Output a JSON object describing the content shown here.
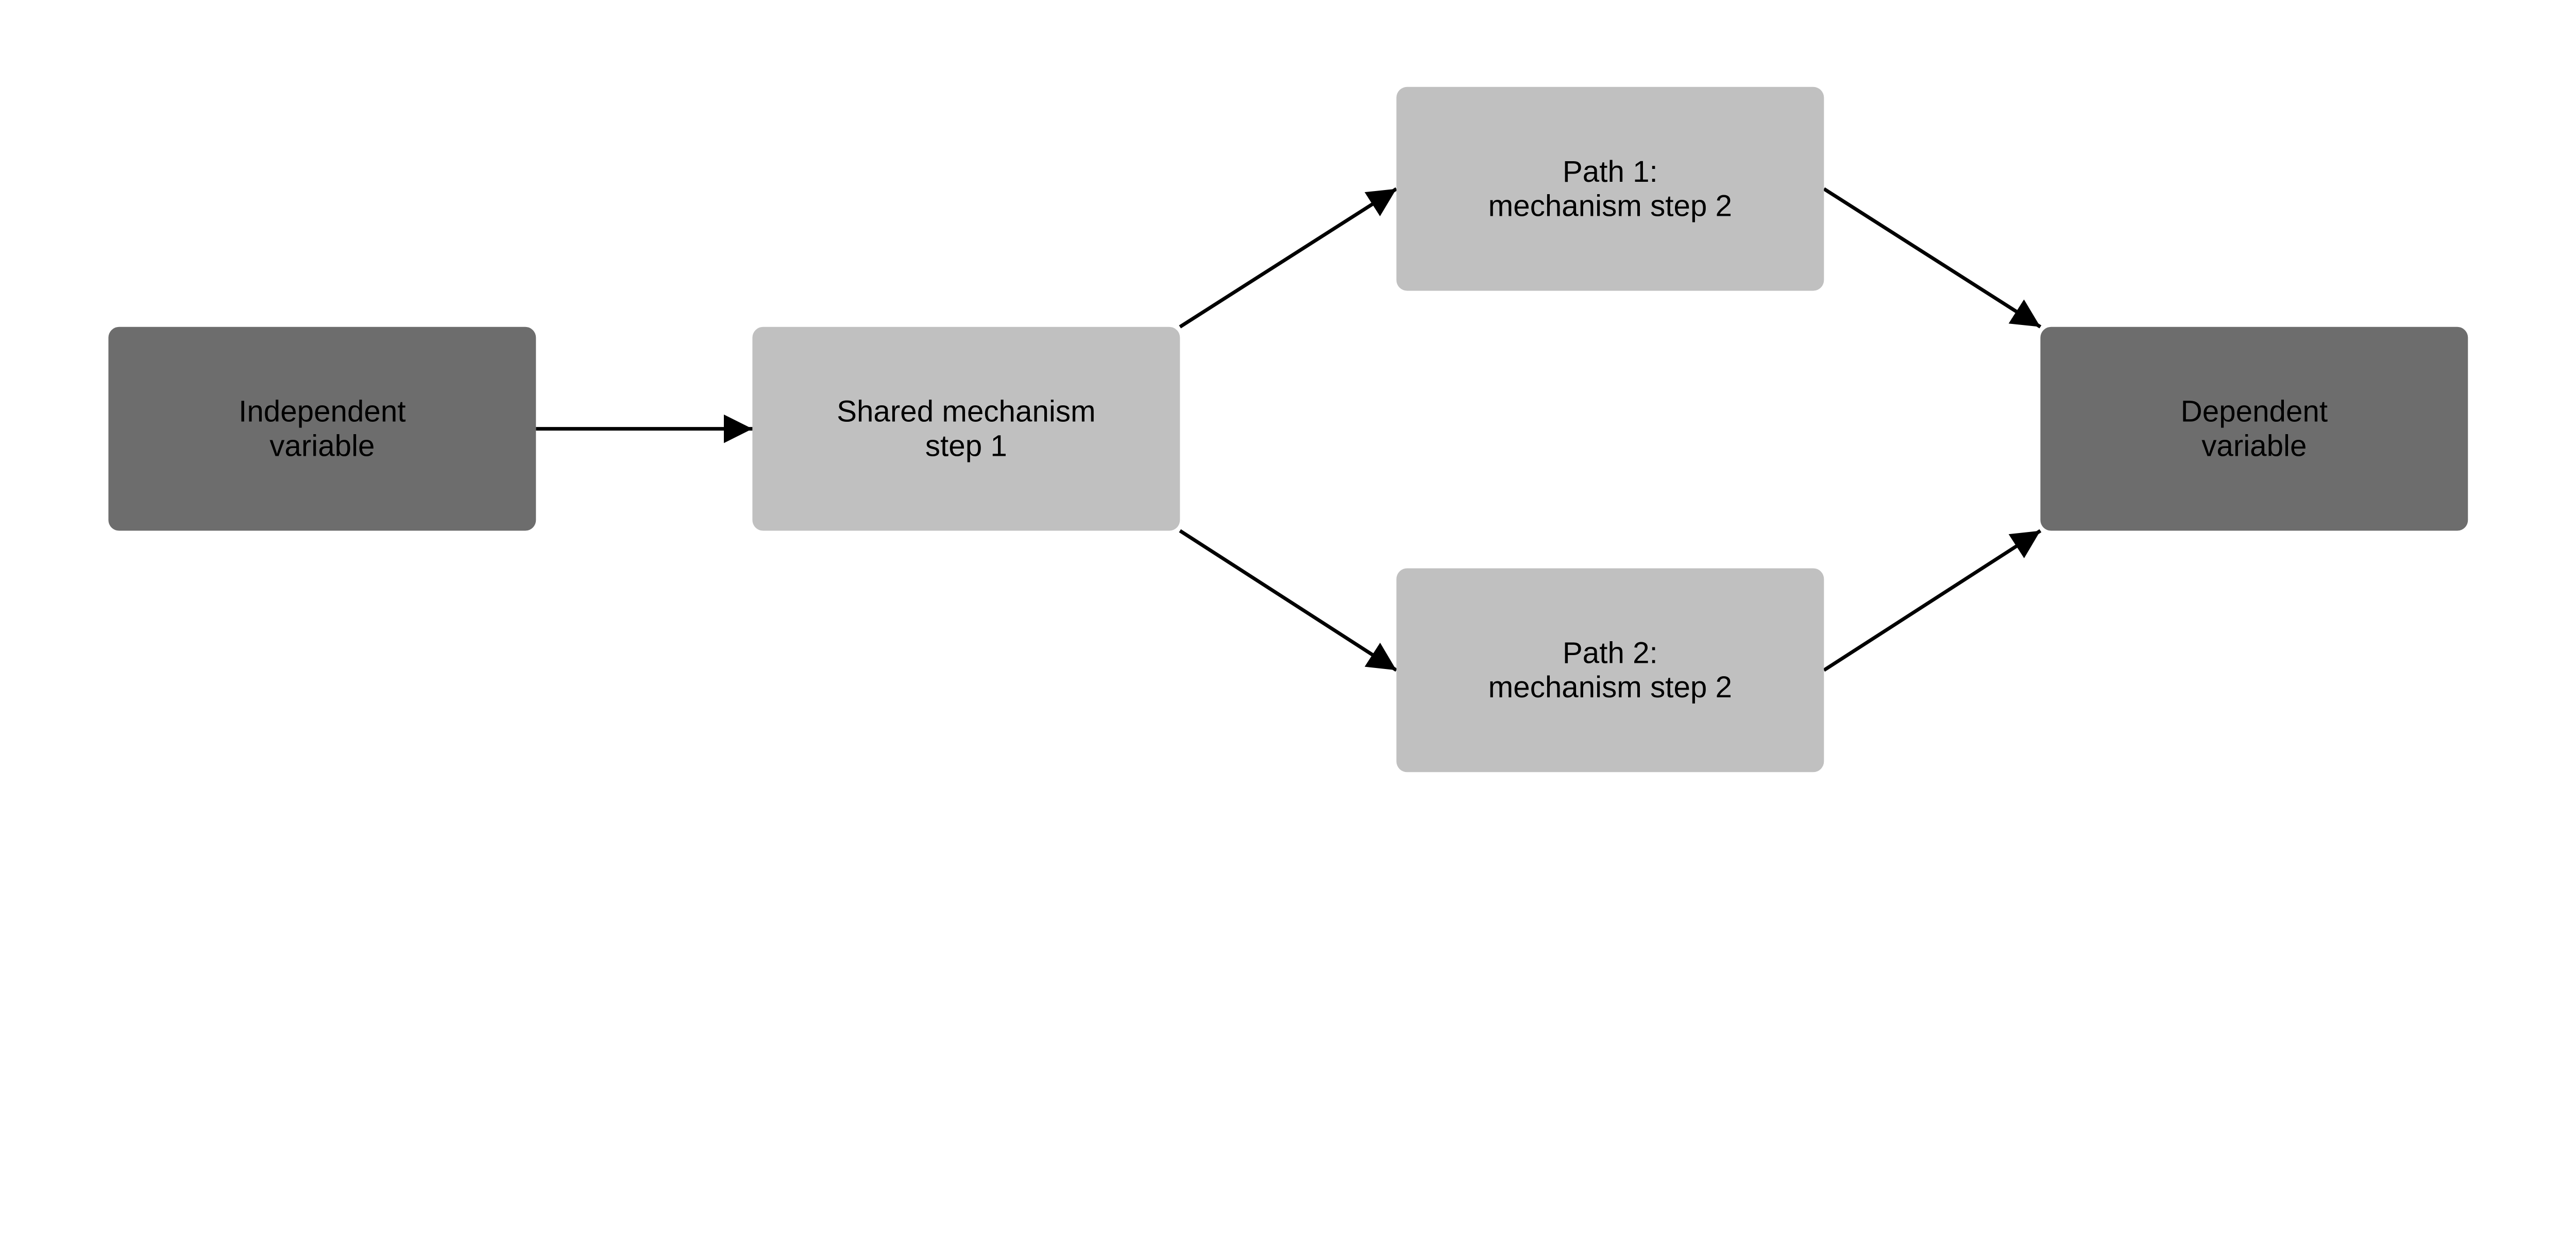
{
  "colors": {
    "dark_node": "#6d6d6d",
    "light_node": "#c0c0c0",
    "edge": "#000000"
  },
  "nodes": [
    {
      "id": "iv",
      "lines": [
        "Independent",
        "variable"
      ],
      "style": "dark"
    },
    {
      "id": "shared",
      "lines": [
        "Shared mechanism",
        "step 1"
      ],
      "style": "light"
    },
    {
      "id": "path1",
      "lines": [
        "Path 1:",
        "mechanism step 2"
      ],
      "style": "light"
    },
    {
      "id": "path2",
      "lines": [
        "Path 2:",
        "mechanism step 2"
      ],
      "style": "light"
    },
    {
      "id": "dv",
      "lines": [
        "Dependent",
        "variable"
      ],
      "style": "dark"
    }
  ],
  "edges": [
    {
      "from": "iv",
      "to": "shared"
    },
    {
      "from": "shared",
      "to": "path1"
    },
    {
      "from": "shared",
      "to": "path2"
    },
    {
      "from": "path1",
      "to": "dv"
    },
    {
      "from": "path2",
      "to": "dv"
    }
  ]
}
